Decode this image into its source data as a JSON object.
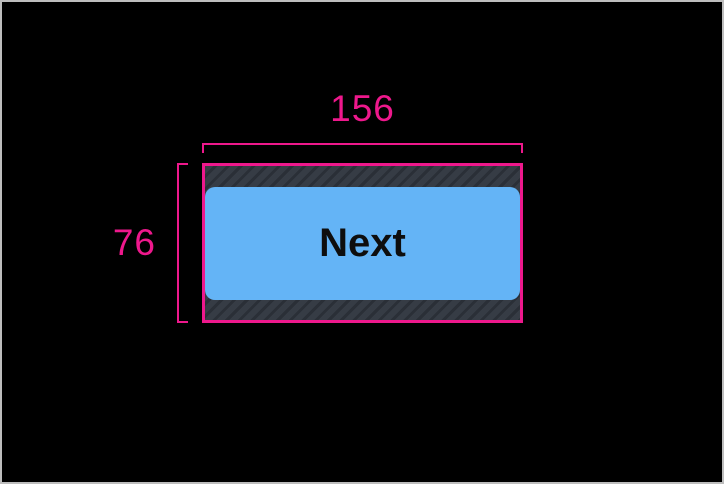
{
  "frame": {
    "background": "#000000",
    "border": "#bdbdbd"
  },
  "colors": {
    "annotation": "#ee188c",
    "button_fill": "#64b4f6",
    "button_text": "#0e0e0e",
    "hatch_background": "#363c45",
    "hatch_stripe": "#2a2f37"
  },
  "annotations": {
    "width_label": "156",
    "height_label": "76"
  },
  "button": {
    "label": "Next"
  }
}
